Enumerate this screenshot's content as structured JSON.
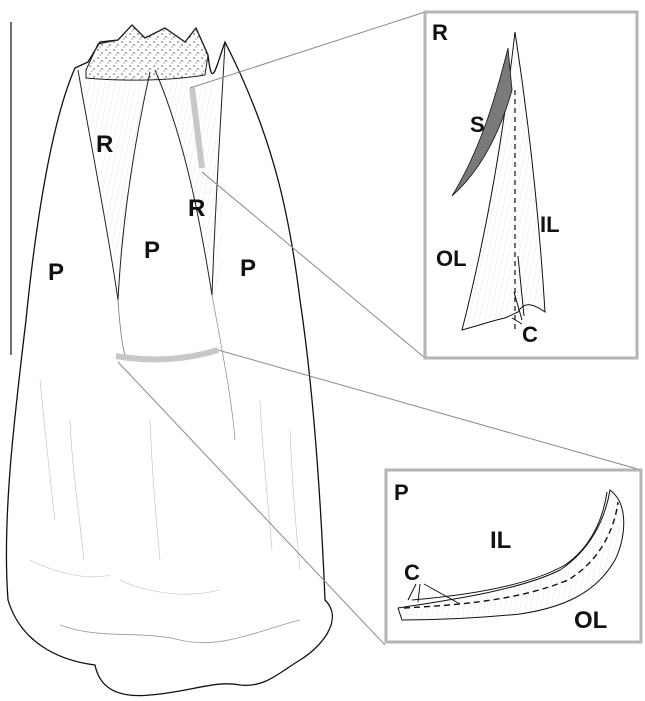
{
  "main_figure": {
    "labels": {
      "R_left": "R",
      "R_right": "R",
      "P_left": "P",
      "P_center": "P",
      "P_right": "P"
    }
  },
  "inset_top": {
    "corner_label": "R",
    "label_S": "S",
    "label_IL": "IL",
    "label_OL": "OL",
    "label_C": "C"
  },
  "inset_bottom": {
    "corner_label": "P",
    "label_IL": "IL",
    "label_OL": "OL",
    "label_C": "C"
  },
  "colors": {
    "outline": "#111111",
    "section_marker": "#c8c8c8",
    "inset_border": "#b5b5b5",
    "connector": "#8a8a8a"
  }
}
